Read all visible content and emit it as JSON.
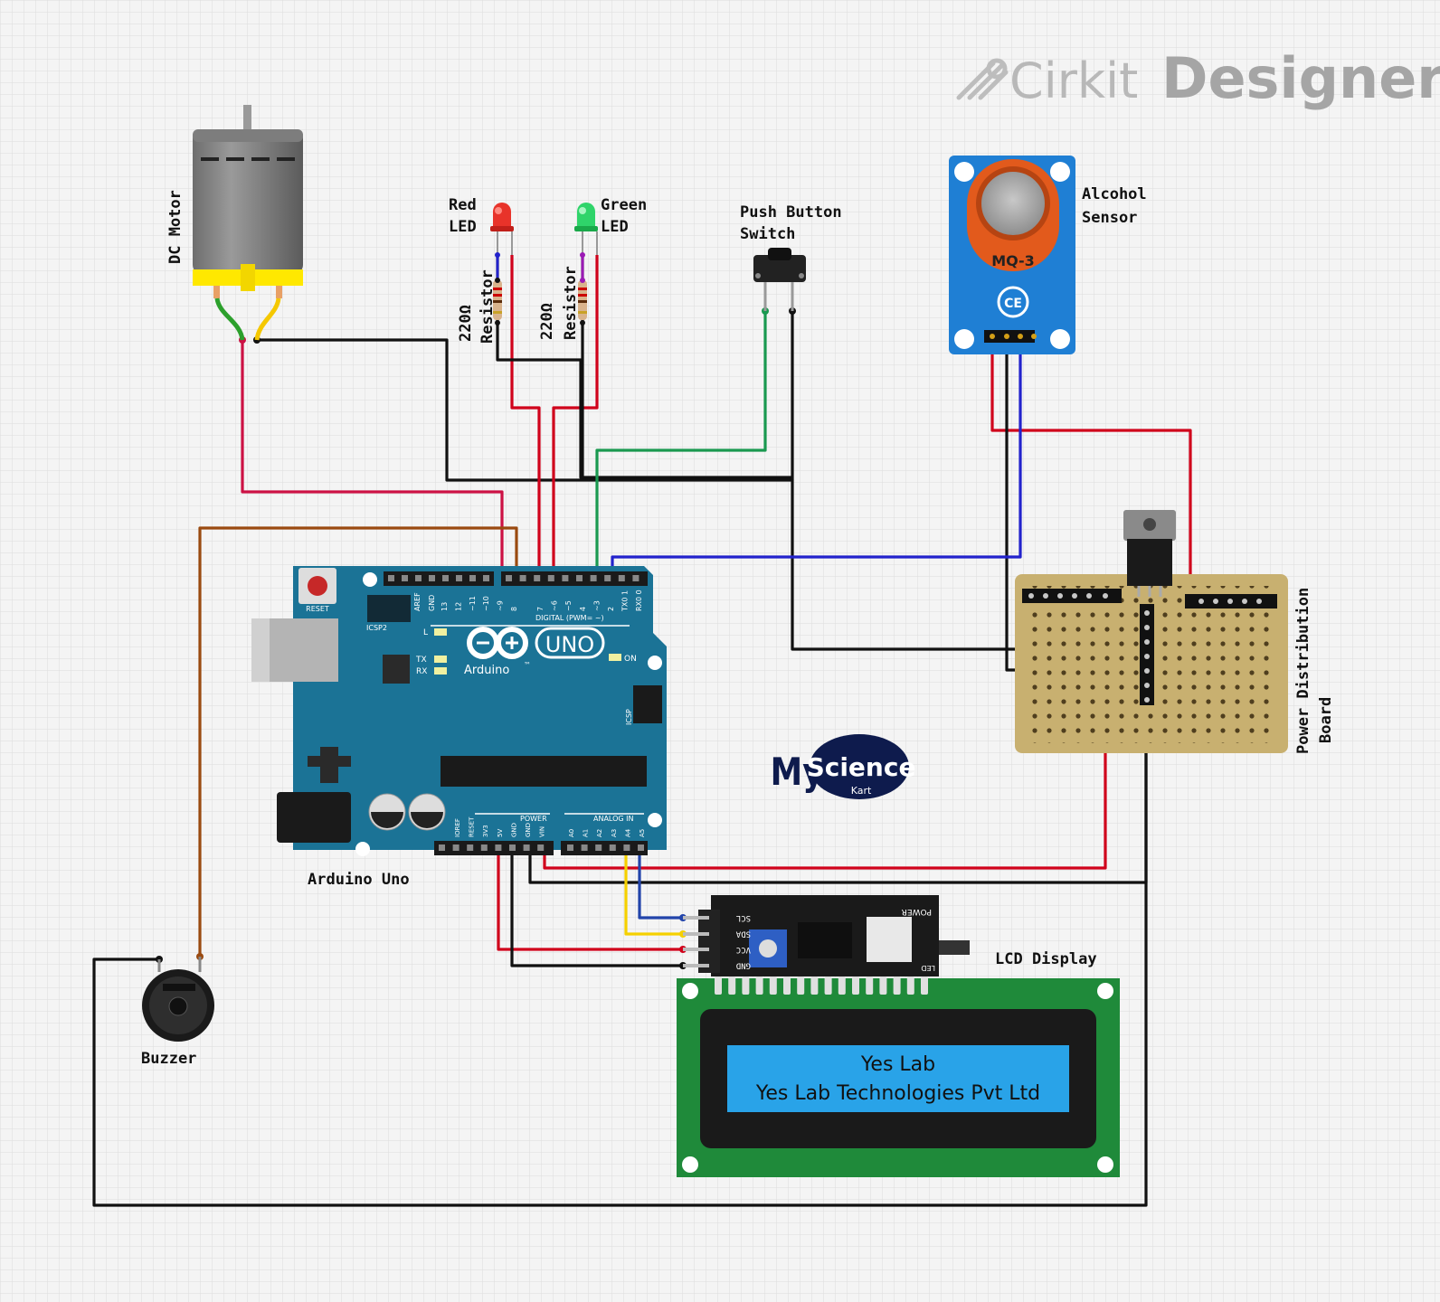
{
  "watermark": {
    "brand_light": "Cirkit",
    "brand_bold": "Designer"
  },
  "labels": {
    "dc_motor": "DC Motor",
    "red_led_1": "Red",
    "red_led_2": "LED",
    "green_led_1": "Green",
    "green_led_2": "LED",
    "resistor_1_a": "220Ω",
    "resistor_1_b": "Resistor",
    "resistor_2_a": "220Ω",
    "resistor_2_b": "Resistor",
    "push_button_1": "Push Button",
    "push_button_2": "Switch",
    "alcohol_1": "Alcohol",
    "alcohol_2": "Sensor",
    "power_board_1": "Power Distribution",
    "power_board_2": "Board",
    "arduino": "Arduino Uno",
    "lcd": "LCD Display",
    "buzzer": "Buzzer"
  },
  "mq3": {
    "model": "MQ-3"
  },
  "arduino_board": {
    "reset": "RESET",
    "icsp2": "ICSP2",
    "icsp": "ICSP",
    "aref": "AREF",
    "gnd": "GND",
    "digital": "DIGITAL (PWM= ~)",
    "power": "POWER",
    "analog_in": "ANALOG IN",
    "brand": "Arduino",
    "uno": "UNO",
    "tm": "™",
    "on": "ON",
    "l": "L",
    "tx": "TX",
    "rx": "RX",
    "digital_pins": [
      "13",
      "12",
      "~11",
      "~10",
      "~9",
      "8",
      "7",
      "~6",
      "~5",
      "4",
      "~3",
      "2",
      "TX0 1",
      "RX0 0"
    ],
    "power_pins": [
      "IOREF",
      "RESET",
      "3V3",
      "5V",
      "GND",
      "GND",
      "VIN"
    ],
    "analog_pins": [
      "A0",
      "A1",
      "A2",
      "A3",
      "A4",
      "A5"
    ]
  },
  "lcd_screen": {
    "line1": "Yes Lab",
    "line2": "Yes Lab Technologies Pvt Ltd"
  },
  "i2c_module": {
    "pins": [
      "SCL",
      "SDA",
      "VCC",
      "GND"
    ],
    "power": "POWER",
    "led": "LED"
  },
  "logo": {
    "my": "My",
    "science": "Science",
    "kart": "Kart"
  },
  "colors": {
    "red": "#d0021b",
    "black": "#111111",
    "green": "#1a9950",
    "blue": "#2222cc",
    "yellow": "#f5d000",
    "brown": "#9a4a10",
    "crimson": "#cc1144",
    "purple": "#9b1ab5"
  }
}
